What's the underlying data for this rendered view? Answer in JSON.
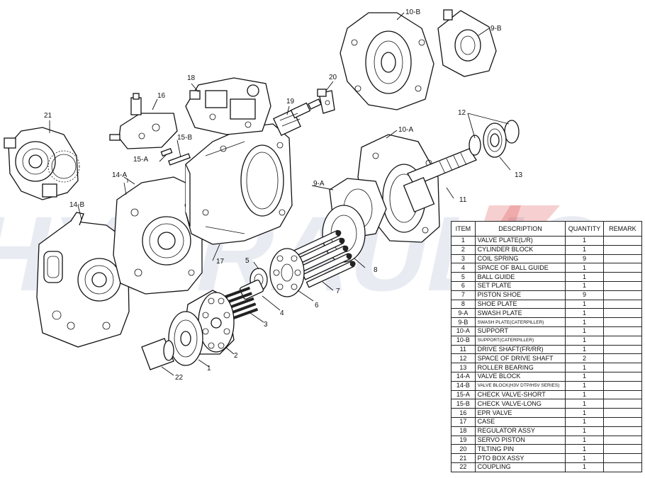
{
  "watermark": "HYDRAULIC",
  "callouts": {
    "c1": "1",
    "c2": "2",
    "c3": "3",
    "c4": "4",
    "c5": "5",
    "c6": "6",
    "c7": "7",
    "c8": "8",
    "c9a": "9-A",
    "c9b": "9-B",
    "c10a": "10-A",
    "c10b": "10-B",
    "c11": "11",
    "c12": "12",
    "c13": "13",
    "c14a": "14-A",
    "c14b": "14-B",
    "c15a": "15-A",
    "c15b": "15-B",
    "c16": "16",
    "c17": "17",
    "c18": "18",
    "c19": "19",
    "c20": "20",
    "c21": "21",
    "c22": "22"
  },
  "table": {
    "headers": {
      "item": "ITEM",
      "description": "DESCRIPTION",
      "quantity": "QUANTITY",
      "remark": "REMARK"
    },
    "rows": [
      {
        "item": "1",
        "description": "VALVE PLATE(L/R)",
        "quantity": "1",
        "remark": ""
      },
      {
        "item": "2",
        "description": "CYLINDER BLOCK",
        "quantity": "1",
        "remark": ""
      },
      {
        "item": "3",
        "description": "COIL SPRING",
        "quantity": "9",
        "remark": ""
      },
      {
        "item": "4",
        "description": "SPACE OF BALL GUIDE",
        "quantity": "1",
        "remark": ""
      },
      {
        "item": "5",
        "description": "BALL GUIDE",
        "quantity": "1",
        "remark": ""
      },
      {
        "item": "6",
        "description": "SET PLATE",
        "quantity": "1",
        "remark": ""
      },
      {
        "item": "7",
        "description": "PISTON SHOE",
        "quantity": "9",
        "remark": ""
      },
      {
        "item": "8",
        "description": "SHOE PLATE",
        "quantity": "1",
        "remark": ""
      },
      {
        "item": "9-A",
        "description": "SWASH PLATE",
        "quantity": "1",
        "remark": ""
      },
      {
        "item": "9-B",
        "description": "SWASH PLATE(CATERPILLER)",
        "quantity": "1",
        "remark": ""
      },
      {
        "item": "10-A",
        "description": "SUPPORT",
        "quantity": "1",
        "remark": ""
      },
      {
        "item": "10-B",
        "description": "SUPPORT(CATERPILLER)",
        "quantity": "1",
        "remark": ""
      },
      {
        "item": "11",
        "description": "DRIVE SHAFT(FR/RR)",
        "quantity": "1",
        "remark": ""
      },
      {
        "item": "12",
        "description": "SPACE OF DRIVE SHAFT",
        "quantity": "2",
        "remark": ""
      },
      {
        "item": "13",
        "description": "ROLLER BEARING",
        "quantity": "1",
        "remark": ""
      },
      {
        "item": "14-A",
        "description": "VALVE BLOCK",
        "quantity": "1",
        "remark": ""
      },
      {
        "item": "14-B",
        "description": "VALVE BLOCK(H3V DTP/H5V SERIES)",
        "quantity": "1",
        "remark": ""
      },
      {
        "item": "15-A",
        "description": "CHECK VALVE-SHORT",
        "quantity": "1",
        "remark": ""
      },
      {
        "item": "15-B",
        "description": "CHECK VALVE-LONG",
        "quantity": "1",
        "remark": ""
      },
      {
        "item": "16",
        "description": "EPR VALVE",
        "quantity": "1",
        "remark": ""
      },
      {
        "item": "17",
        "description": "CASE",
        "quantity": "1",
        "remark": ""
      },
      {
        "item": "18",
        "description": "REGULATOR ASSY",
        "quantity": "1",
        "remark": ""
      },
      {
        "item": "19",
        "description": "SERVO PISTON",
        "quantity": "1",
        "remark": ""
      },
      {
        "item": "20",
        "description": "TILTING PIN",
        "quantity": "1",
        "remark": ""
      },
      {
        "item": "21",
        "description": "PTO BOX ASSY",
        "quantity": "1",
        "remark": ""
      },
      {
        "item": "22",
        "description": "COUPLING",
        "quantity": "1",
        "remark": ""
      }
    ]
  }
}
